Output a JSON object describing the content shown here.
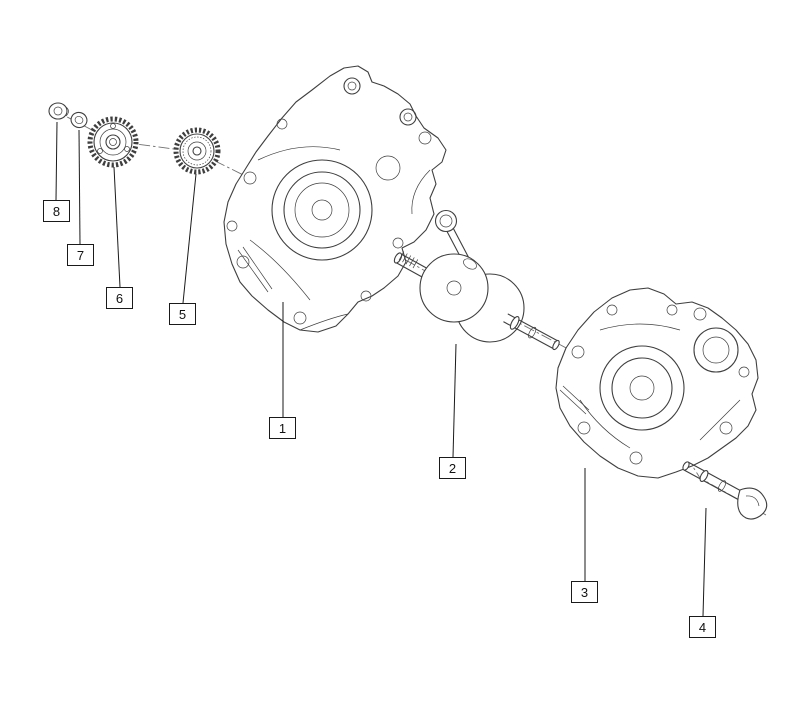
{
  "diagram": {
    "type": "exploded-parts-diagram",
    "background": "#ffffff",
    "line_color": "#3f3f3f",
    "leader_color": "#1a1a1a",
    "centerline_color": "#707070",
    "callouts": [
      {
        "label": "1"
      },
      {
        "label": "2"
      },
      {
        "label": "3"
      },
      {
        "label": "4"
      },
      {
        "label": "5"
      },
      {
        "label": "6"
      },
      {
        "label": "7"
      },
      {
        "label": "8"
      }
    ]
  }
}
